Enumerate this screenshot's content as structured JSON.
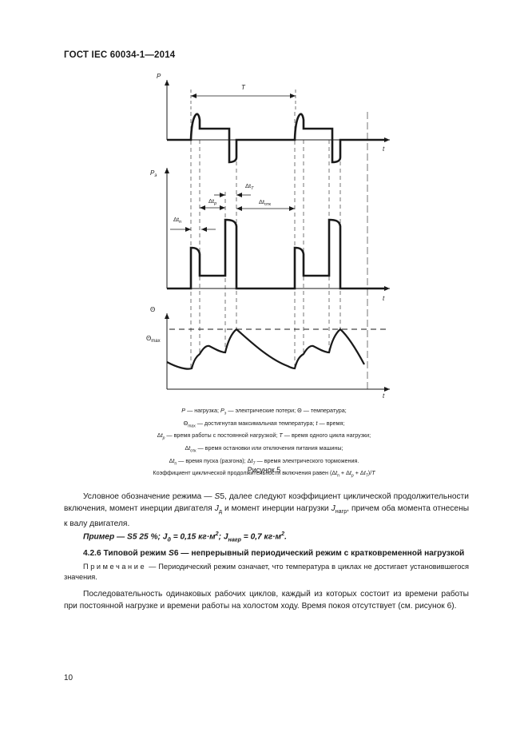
{
  "header": {
    "title": "ГОСТ IEC 60034-1—2014"
  },
  "figure": {
    "axis_labels": {
      "p": "P",
      "pe": "Pэ",
      "theta": "Θ",
      "theta_max": "Θmax",
      "t": "t",
      "T": "T",
      "dtp": "Δtп",
      "dtr": "Δtр",
      "dtT": "ΔtT",
      "dtotk": "Δtотк"
    },
    "caption_lines": [
      "P — нагрузка; Pэ — электрические потери; Θ — температура;",
      "Θmax — достигнутая максимальная температура; t — время;",
      "Δtр — время работы с постоянной нагрузкой; T — время одного цикла нагрузки;",
      "Δtотк — время остановки или отключения питания машины;",
      "Δtп — время пуска (разгона); ΔtT — время электрического торможения.",
      "Коэффициент циклической продолжительности включения равен (Δtп + Δtр + ΔtT)/T"
    ],
    "title": "Рисунок 5"
  },
  "body": {
    "para1": "Условное обозначение режима — S5, далее следуют коэффициент циклической продолжительности включения, момент инерции двигателя Jд и момент инерции нагрузки Jнагр, причем оба момента отнесены к валу двигателя.",
    "example": "Пример — S5 25 %; Jд = 0,15 кг·м²; Jнагр = 0,7 кг·м².",
    "section_heading": "4.2.6 Типовой режим S6 — непрерывный периодический режим с кратковременной нагрузкой",
    "note_label": "Примечание",
    "note_text": " — Периодический режим означает, что температура в циклах не достигает установившегося значения.",
    "para2": "Последовательность одинаковых рабочих циклов, каждый из которых состоит из времени работы при постоянной нагрузке и времени работы на холостом ходу. Время покоя отсутствует (см. рисунок 6)."
  },
  "page_number": "10"
}
